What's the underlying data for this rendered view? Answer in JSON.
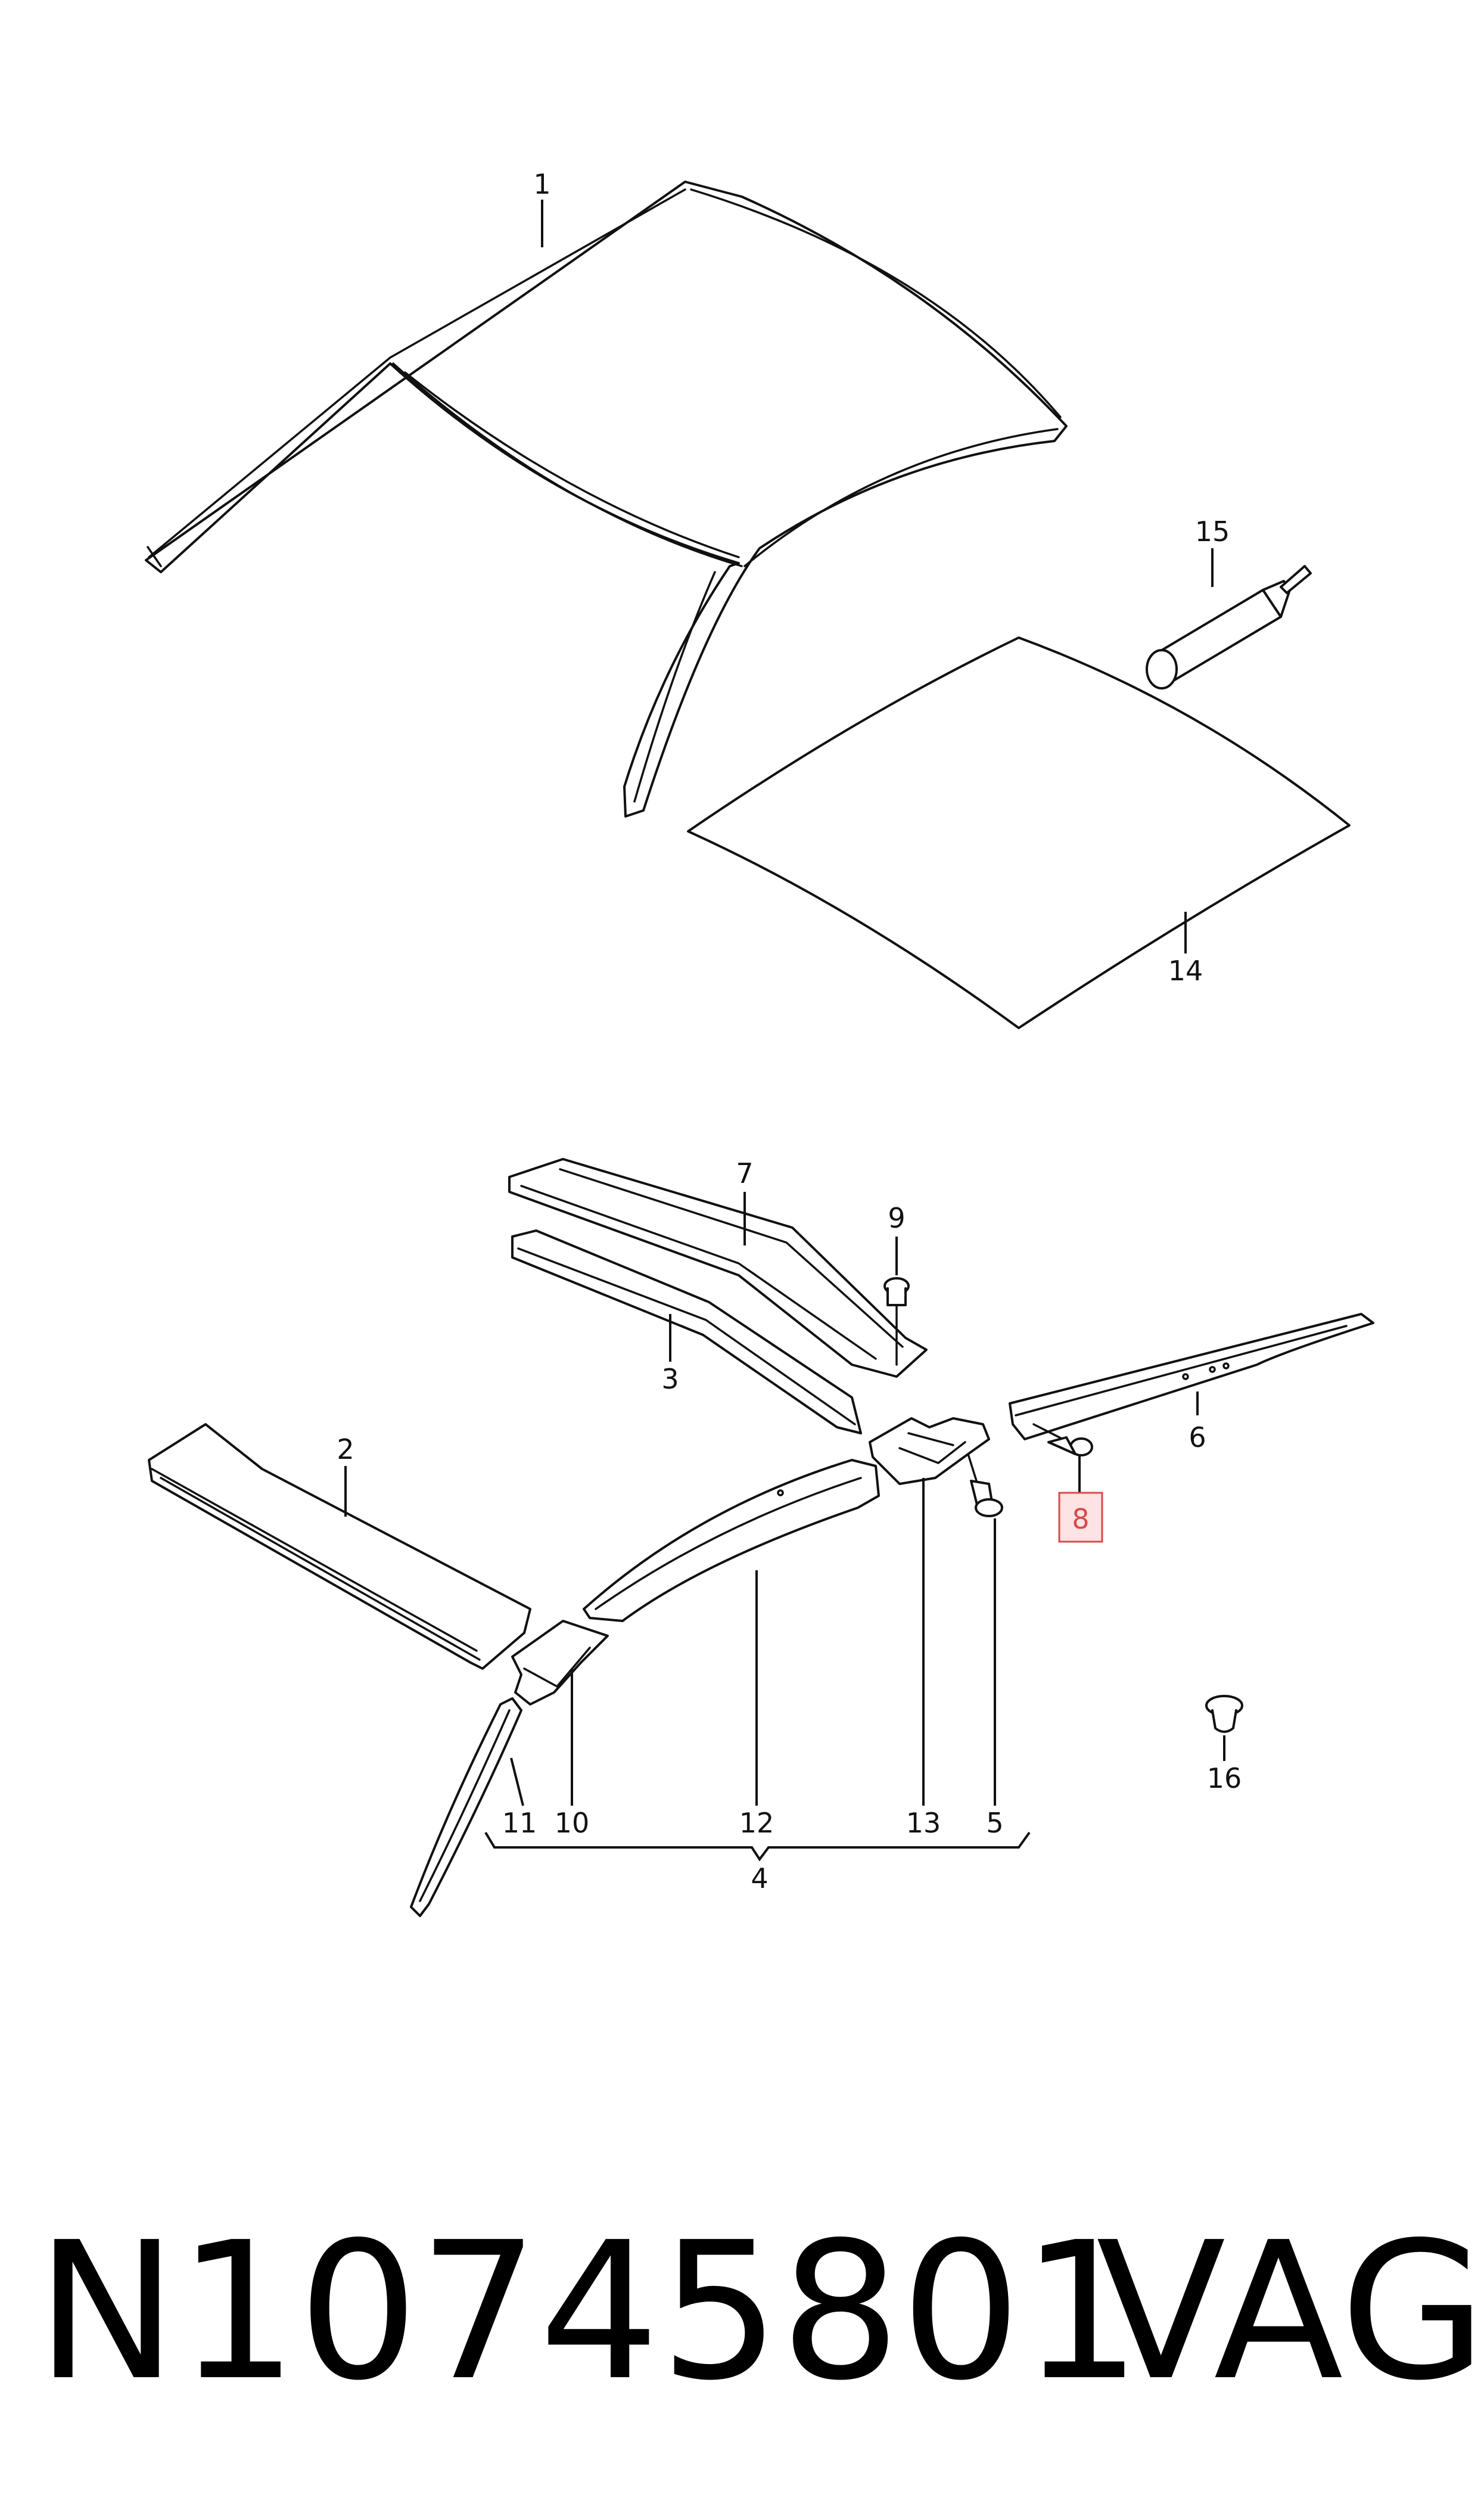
{
  "diagram": {
    "callouts": {
      "c1": "1",
      "c2": "2",
      "c3": "3",
      "c4": "4",
      "c5": "5",
      "c6": "6",
      "c7": "7",
      "c8": "8",
      "c9": "9",
      "c10": "10",
      "c11": "11",
      "c12": "12",
      "c13": "13",
      "c14": "14",
      "c15": "15",
      "c16": "16"
    },
    "highlighted_callout": "8",
    "highlight_color": "#d94a4a"
  },
  "caption": {
    "part_number": "N10745801",
    "brand": "VAG"
  }
}
